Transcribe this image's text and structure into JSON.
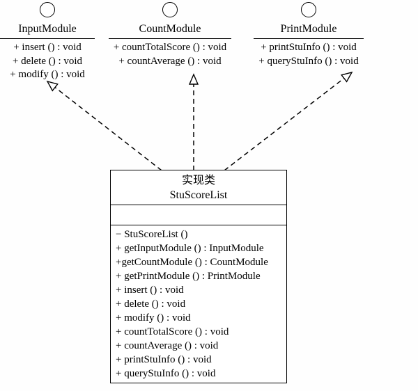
{
  "diagram": {
    "kind": "uml-class-diagram",
    "colors": {
      "line": "#000000",
      "background": "#fefefe"
    },
    "interfaces": [
      {
        "name": "InputModule",
        "methods": [
          "+ insert () : void",
          "+ delete () : void",
          "+ modify () : void"
        ]
      },
      {
        "name": "CountModule",
        "methods": [
          "+ countTotalScore () : void",
          "+ countAverage () : void"
        ]
      },
      {
        "name": "PrintModule",
        "methods": [
          "+ printStuInfo () : void",
          "+ queryStuInfo () : void"
        ]
      }
    ],
    "class_box": {
      "stereotype": "实现类",
      "name": "StuScoreList",
      "attributes": [],
      "methods": [
        "− StuScoreList ()",
        "+ getInputModule () : InputModule",
        "+getCountModule () : CountModule",
        "+ getPrintModule () : PrintModule",
        "+ insert () : void",
        "+ delete () : void",
        "+ modify () : void",
        "+ countTotalScore () : void",
        "+ countAverage () : void",
        "+ printStuInfo () : void",
        "+ queryStuInfo () : void"
      ]
    },
    "relations": [
      {
        "type": "realization",
        "from": "StuScoreList",
        "to": "InputModule"
      },
      {
        "type": "realization",
        "from": "StuScoreList",
        "to": "CountModule"
      },
      {
        "type": "realization",
        "from": "StuScoreList",
        "to": "PrintModule"
      }
    ]
  }
}
